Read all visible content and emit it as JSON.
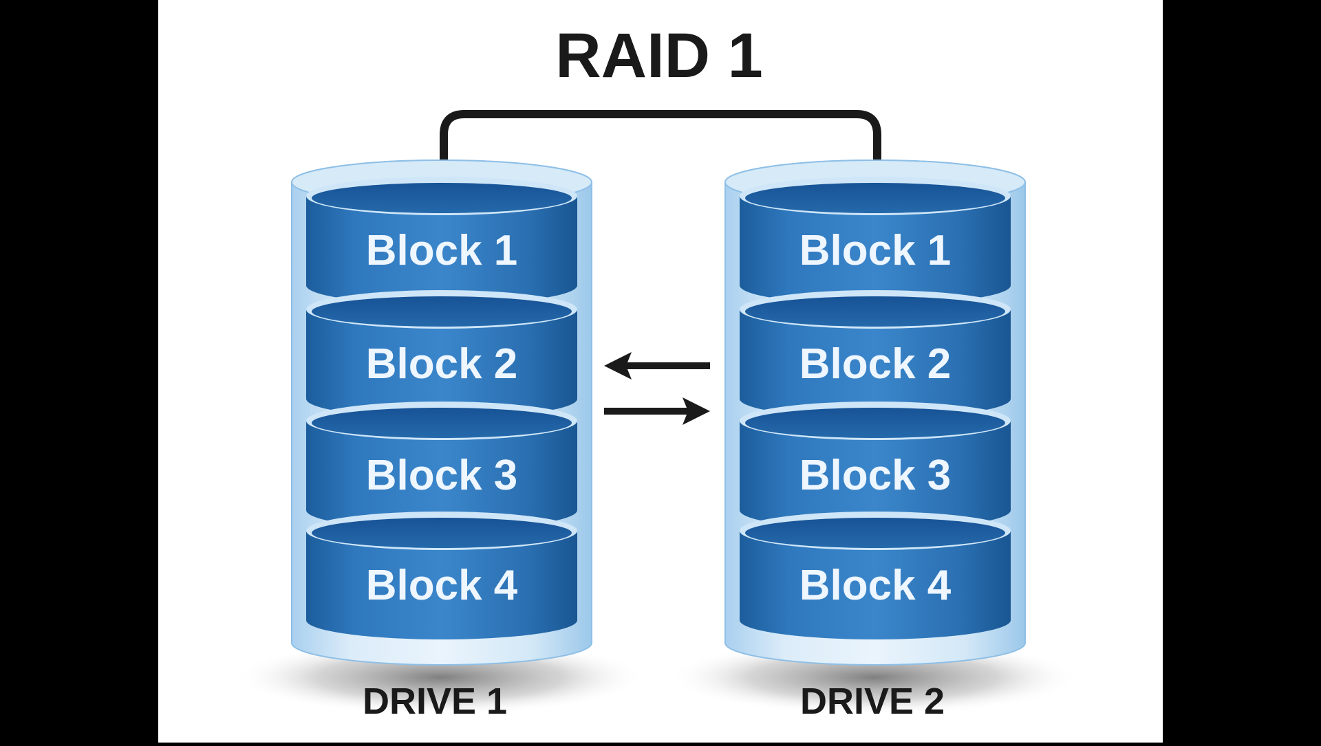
{
  "title": "RAID 1",
  "drives": [
    {
      "label": "DRIVE 1",
      "blocks": [
        "Block 1",
        "Block 2",
        "Block 3",
        "Block 4"
      ]
    },
    {
      "label": "DRIVE 2",
      "blocks": [
        "Block 1",
        "Block 2",
        "Block 3",
        "Block 4"
      ]
    }
  ],
  "arrows": [
    {
      "direction": "left",
      "meaning": "mirror-from-drive-2-to-drive-1"
    },
    {
      "direction": "right",
      "meaning": "mirror-from-drive-1-to-drive-2"
    }
  ],
  "colors": {
    "background_outer": "#000000",
    "canvas": "#ffffff",
    "block_blue": "#2b6fb0",
    "block_dark": "#164f8a",
    "block_light": "#9ec9ec",
    "glass": "#cfe6f7",
    "title_text": "#1a1a1a",
    "connector": "#1a1a1a",
    "block_text": "#eef6ff"
  }
}
